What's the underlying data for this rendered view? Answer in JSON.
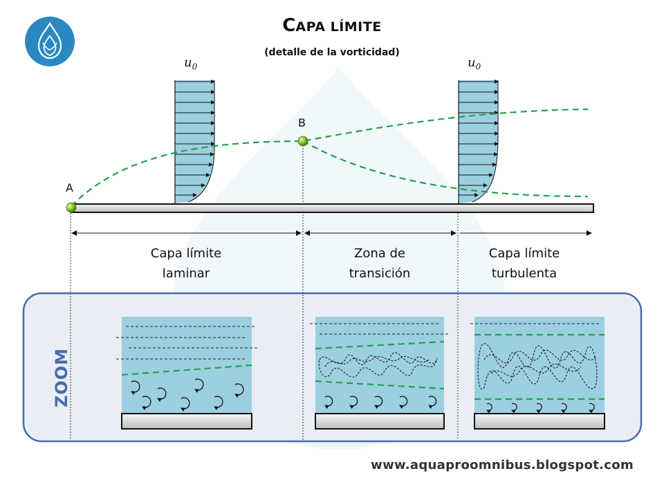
{
  "header": {
    "title_first": "C",
    "title_rest": "APA LÍMITE",
    "subtitle": "(detalle de la vorticidad)"
  },
  "velocity_labels": {
    "u": "u",
    "sub": "0"
  },
  "points": {
    "a": "A",
    "b": "B"
  },
  "regions": [
    {
      "line1": "Capa límite",
      "line2": "laminar"
    },
    {
      "line1": "Zona de",
      "line2": "transición"
    },
    {
      "line1": "Capa límite",
      "line2": "turbulenta"
    }
  ],
  "zoom_label": "ZOOM",
  "website": "www.aquaproomnibus.blogspot.com",
  "colors": {
    "logo": "#2a89c3",
    "flow_fill": "#9ccfe0",
    "dashed_green": "#22a04b",
    "zoom_panel": "#e9eef6",
    "zoom_border": "#4a6aa8",
    "zoom_text": "#4a6aa8"
  },
  "icons": [
    "water-drop-icon"
  ]
}
